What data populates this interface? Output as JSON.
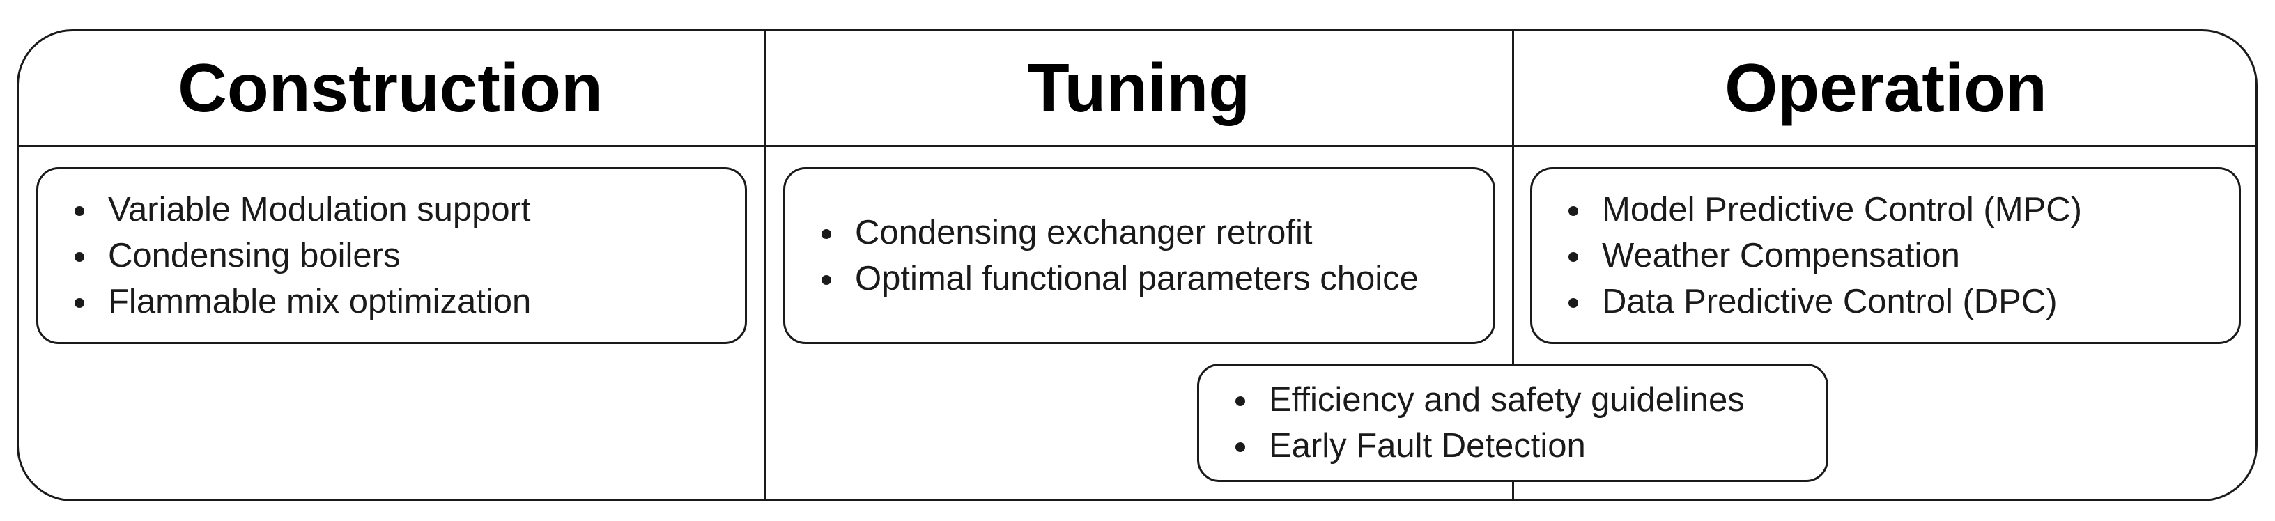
{
  "columns": [
    {
      "title": "Construction",
      "items": [
        "Variable Modulation support",
        "Condensing boilers",
        "Flammable mix optimization"
      ]
    },
    {
      "title": "Tuning",
      "items": [
        "Condensing exchanger retrofit",
        "Optimal functional parameters choice"
      ]
    },
    {
      "title": "Operation",
      "items": [
        "Model Predictive Control (MPC)",
        "Weather Compensation",
        "Data Predictive Control (DPC)"
      ]
    }
  ],
  "shared_box": {
    "items": [
      "Efficiency and safety guidelines",
      "Early Fault Detection"
    ]
  }
}
